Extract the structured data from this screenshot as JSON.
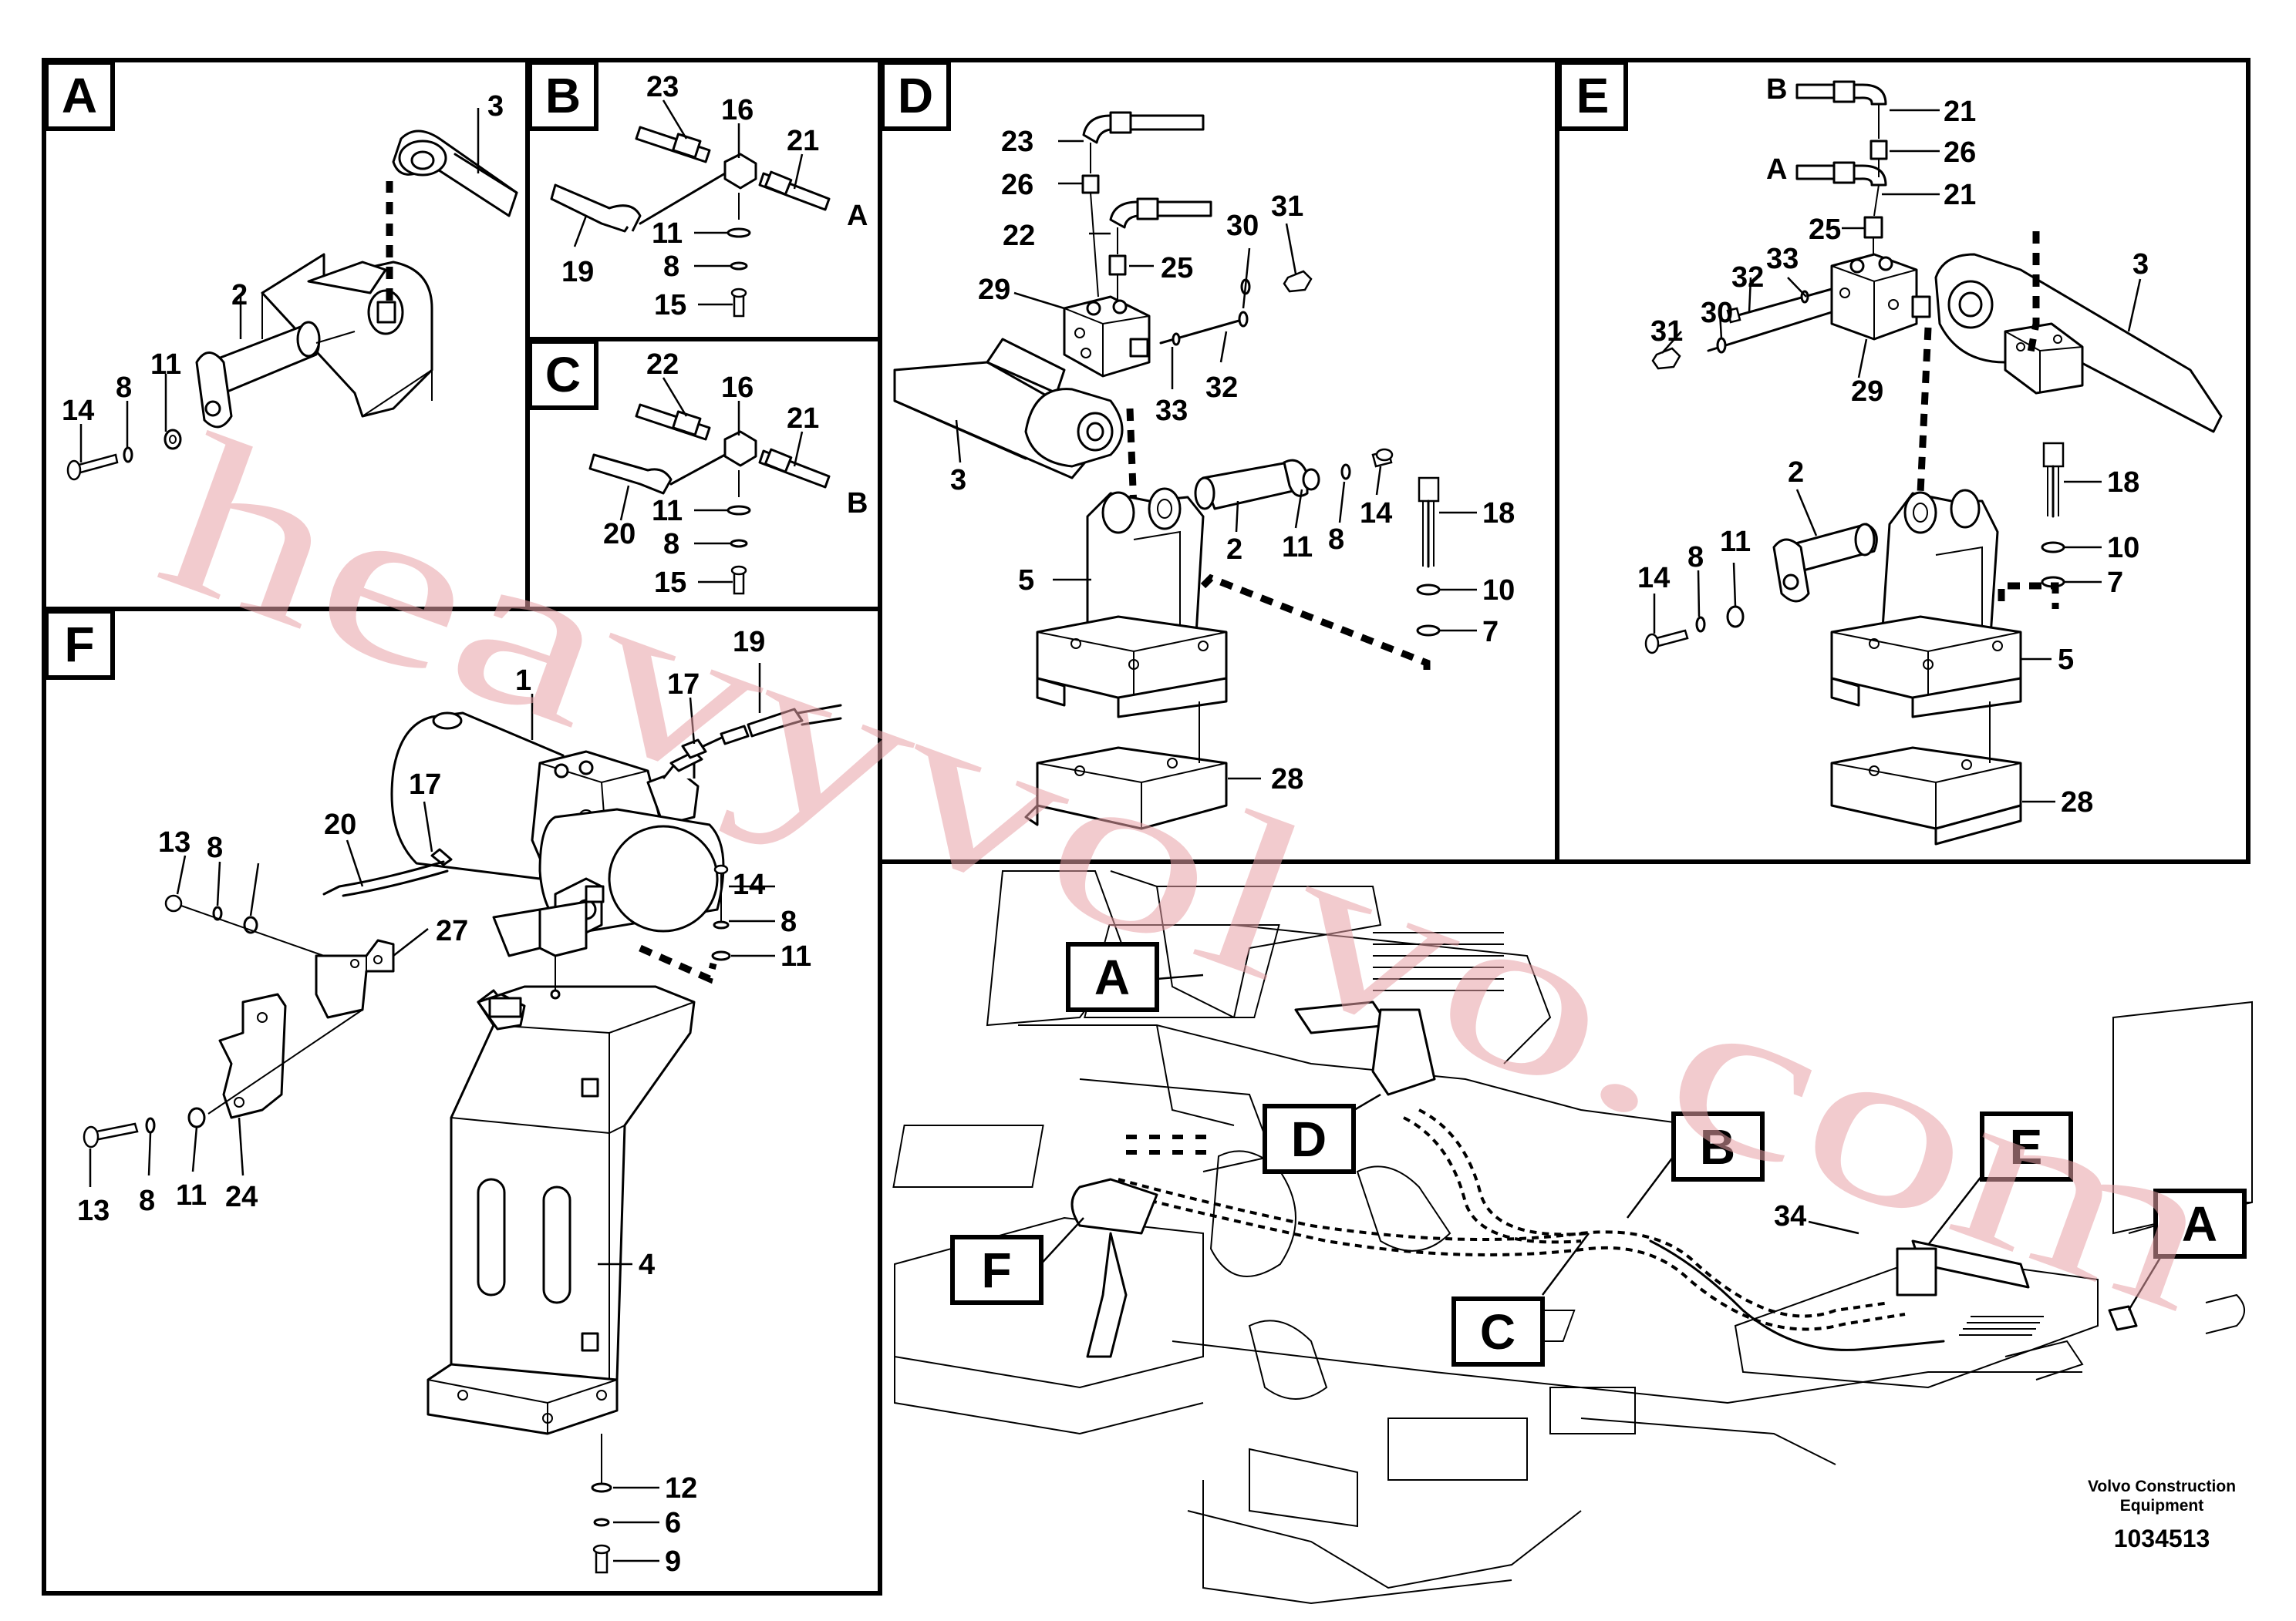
{
  "panels": [
    {
      "letter": "A"
    },
    {
      "letter": "B"
    },
    {
      "letter": "C"
    },
    {
      "letter": "D"
    },
    {
      "letter": "E"
    },
    {
      "letter": "F"
    }
  ],
  "part_numbers": {
    "A": [
      "3",
      "2",
      "14",
      "8",
      "11"
    ],
    "B": [
      "23",
      "16",
      "21",
      "19",
      "11",
      "8",
      "15"
    ],
    "C": [
      "22",
      "16",
      "21",
      "20",
      "11",
      "8",
      "15"
    ],
    "D": [
      "23",
      "26",
      "22",
      "25",
      "29",
      "30",
      "31",
      "33",
      "32",
      "3",
      "5",
      "2",
      "11",
      "8",
      "14",
      "18",
      "10",
      "7",
      "28"
    ],
    "E": [
      "21",
      "26",
      "21",
      "25",
      "33",
      "32",
      "30",
      "31",
      "29",
      "3",
      "2",
      "14",
      "8",
      "11",
      "18",
      "10",
      "7",
      "5",
      "28"
    ],
    "F": [
      "1",
      "17",
      "19",
      "17",
      "20",
      "13",
      "8",
      "14",
      "8",
      "11",
      "27",
      "24",
      "13",
      "8",
      "11",
      "4",
      "12",
      "6",
      "9"
    ],
    "overview": [
      "34"
    ]
  },
  "hose_end_labels": {
    "b_to": "A",
    "c_to": "B",
    "e_top": "B",
    "e_mid": "A"
  },
  "overview_callouts": [
    "A",
    "D",
    "B",
    "E",
    "A",
    "F",
    "C"
  ],
  "caption": {
    "manufacturer_line1": "Volvo Construction",
    "manufacturer_line2": "Equipment",
    "drawing_number": "1034513"
  },
  "watermark": "heavyvolvo.com",
  "colors": {
    "watermark": "#e8a0a6",
    "line": "#000000",
    "background": "#ffffff"
  }
}
